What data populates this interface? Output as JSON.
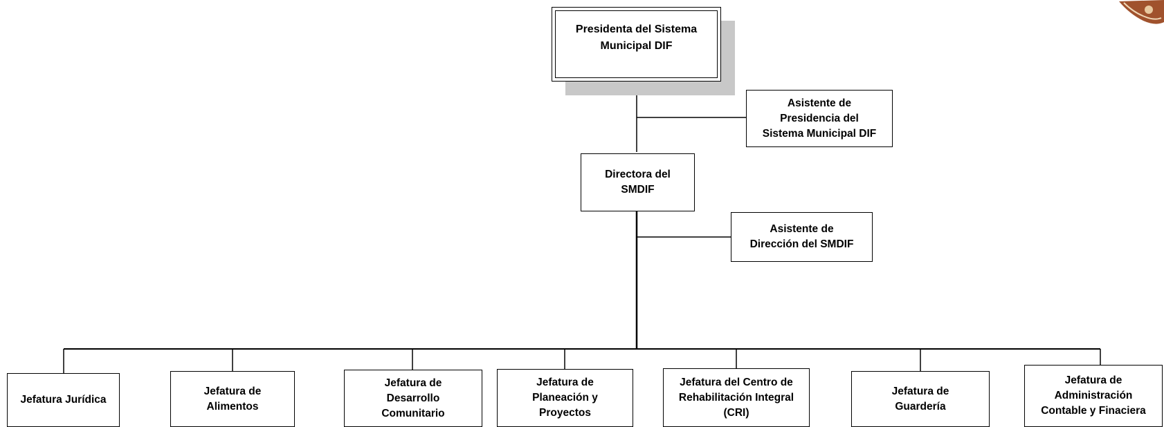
{
  "org_chart": {
    "top": "Presidenta del Sistema\nMunicipal DIF",
    "assistant_president": "Asistente de\nPresidencia del\nSistema Municipal DIF",
    "director": "Directora del\nSMDIF",
    "assistant_director": "Asistente de\nDirección del SMDIF",
    "departments": [
      "Jefatura Jurídica",
      "Jefatura de\nAlimentos",
      "Jefatura de\nDesarrollo\nComunitario",
      "Jefatura de\nPlaneación y\nProyectos",
      "Jefatura del Centro de\nRehabilitación Integral\n(CRI)",
      "Jefatura de\nGuardería",
      "Jefatura de\nAdministración\nContable y Finaciera"
    ]
  },
  "logo": {
    "icon": "dif-emblem-icon",
    "color": "#a0522d"
  }
}
